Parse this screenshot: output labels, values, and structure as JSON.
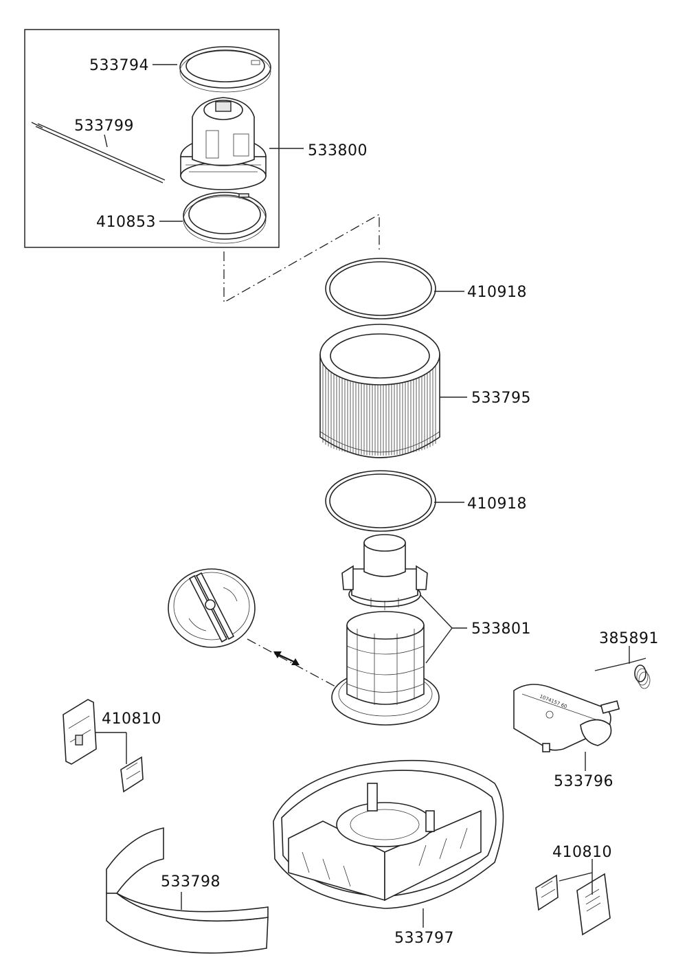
{
  "labels": {
    "seal_ring": "533794",
    "cable": "533799",
    "motor_unit": "533800",
    "lower_ring": "410853",
    "gasket_top": "410918",
    "cartridge_filter": "533795",
    "gasket_bottom": "410918",
    "float_cage": "533801",
    "spring": "385891",
    "cover_plate": "533796",
    "clip_left": "410810",
    "clip_right": "410810",
    "bumper": "533798",
    "housing": "533797"
  },
  "cover_print": "1074157 60"
}
